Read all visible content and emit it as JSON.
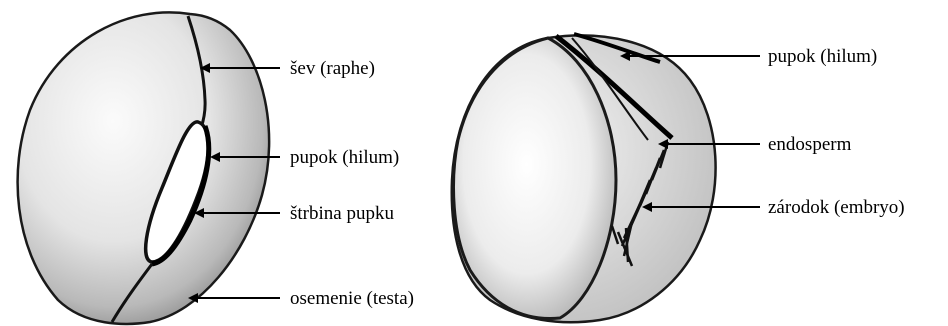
{
  "labels": {
    "left": {
      "raphe": "šev (raphe)",
      "hilum": "pupok (hilum)",
      "slit": "štrbina pupku",
      "testa": "osemenie (testa)"
    },
    "right": {
      "hilum": "pupok (hilum)",
      "endosperm": "endosperm",
      "embryo": "zárodok (embryo)"
    }
  }
}
